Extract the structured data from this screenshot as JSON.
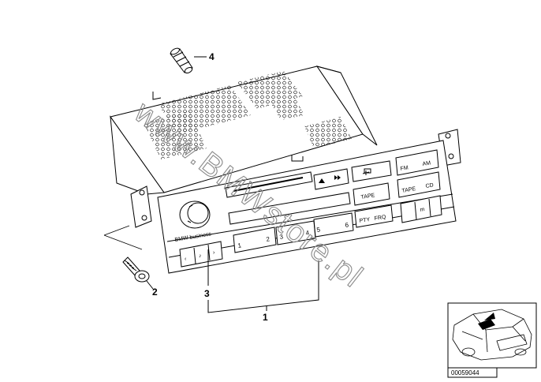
{
  "callouts": [
    "1",
    "2",
    "3",
    "4"
  ],
  "brand_label": "BMW",
  "model_label": "business",
  "button_labels": {
    "fm": "FM",
    "am": "AM",
    "tape_top": "TAPE",
    "tape": "TAPE",
    "cd": "CD",
    "pty": "PTY",
    "frq": "FRQ",
    "p1": "1",
    "p2": "2",
    "p3": "3",
    "p4": "4",
    "p5": "5",
    "p6": "6",
    "m": "m"
  },
  "watermark": "www.BMWstore.pl",
  "diagram_ref": "00059044",
  "colors": {
    "line": "#000000",
    "watermark": "#8a8a8a",
    "background": "#ffffff"
  }
}
